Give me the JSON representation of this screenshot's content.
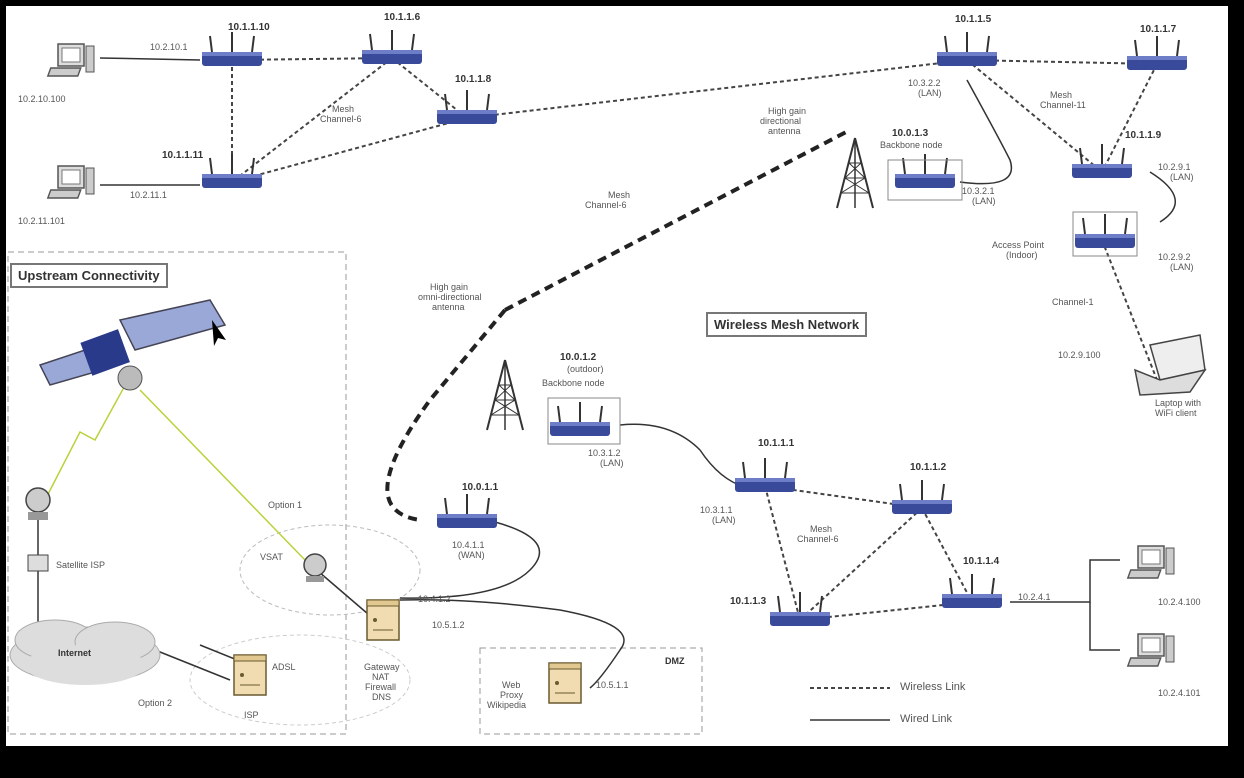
{
  "titles": {
    "upstream": "Upstream Connectivity",
    "mesh": "Wireless Mesh Network"
  },
  "legend": {
    "wireless": "Wireless Link",
    "wired": "Wired Link"
  },
  "routers": {
    "r1_ip": "10.1.1.10",
    "r1_addr": "10.2.10.1",
    "r2_ip": "10.1.1.6",
    "r3_ip": "10.1.1.8",
    "r4_ip": "10.1.1.11",
    "r4_addr": "10.2.11.1",
    "r5_ip": "10.1.1.5",
    "r5_addr": "10.3.2.2",
    "r5_sub": "(LAN)",
    "r6_ip": "10.1.1.7",
    "r7_ip": "10.1.1.9",
    "r7_addr": "10.2.9.1",
    "r7_sub": "(LAN)",
    "bb1_ip": "10.0.1.3",
    "bb1_name": "Backbone node",
    "bb1_addr": "10.3.2.1",
    "bb1_sub": "(LAN)",
    "ap_name": "Access Point",
    "ap_sub": "(Indoor)",
    "ap_addr": "10.2.9.2",
    "ap_sub2": "(LAN)",
    "bb2_ip": "10.0.1.2",
    "bb2_sub": "(outdoor)",
    "bb2_name": "Backbone node",
    "bb2_addr": "10.3.1.2",
    "bb2_sub2": "(LAN)",
    "gw_ip": "10.0.1.1",
    "gw_addr": "10.4.1.1",
    "gw_sub": "(WAN)",
    "r8_ip": "10.1.1.1",
    "r8_addr": "10.3.1.1",
    "r8_sub": "(LAN)",
    "r9_ip": "10.1.1.2",
    "r10_ip": "10.1.1.3",
    "r11_ip": "10.1.1.4",
    "r11_addr": "10.2.4.1"
  },
  "hosts": {
    "pc1": "10.2.10.100",
    "pc2": "10.2.11.101",
    "laptop_addr": "10.2.9.100",
    "laptop_name1": "Laptop with",
    "laptop_name2": "WiFi client",
    "pc3": "10.2.4.100",
    "pc4": "10.2.4.101"
  },
  "channels": {
    "mesh1a": "Mesh",
    "mesh1b": "Channel-6",
    "mesh2a": "Mesh",
    "mesh2b": "Channel-11",
    "mesh3a": "Mesh",
    "mesh3b": "Channel-6",
    "mesh4a": "Mesh",
    "mesh4b": "Channel-6",
    "ch1": "Channel-1"
  },
  "antennas": {
    "dir1": "High gain",
    "dir2": "directional",
    "dir3": "antenna",
    "omni1": "High gain",
    "omni2": "omni-directional",
    "omni3": "antenna"
  },
  "upstream": {
    "sat_isp": "Satellite ISP",
    "internet": "Internet",
    "vsat": "VSAT",
    "option1": "Option 1",
    "option2": "Option 2",
    "adsl": "ADSL",
    "isp": "ISP",
    "gw1": "Gateway",
    "gw2": "NAT",
    "gw3": "Firewall",
    "gw4": "DNS",
    "gw_a1": "10.4.1.2",
    "gw_a2": "10.5.1.2",
    "dmz": "DMZ",
    "proxy1": "Web",
    "proxy2": "Proxy",
    "proxy3": "Wikipedia",
    "proxy_addr": "10.5.1.1"
  },
  "colors": {
    "router": "#3a4a9a",
    "link": "#444444",
    "satlink": "#b9d23a"
  }
}
